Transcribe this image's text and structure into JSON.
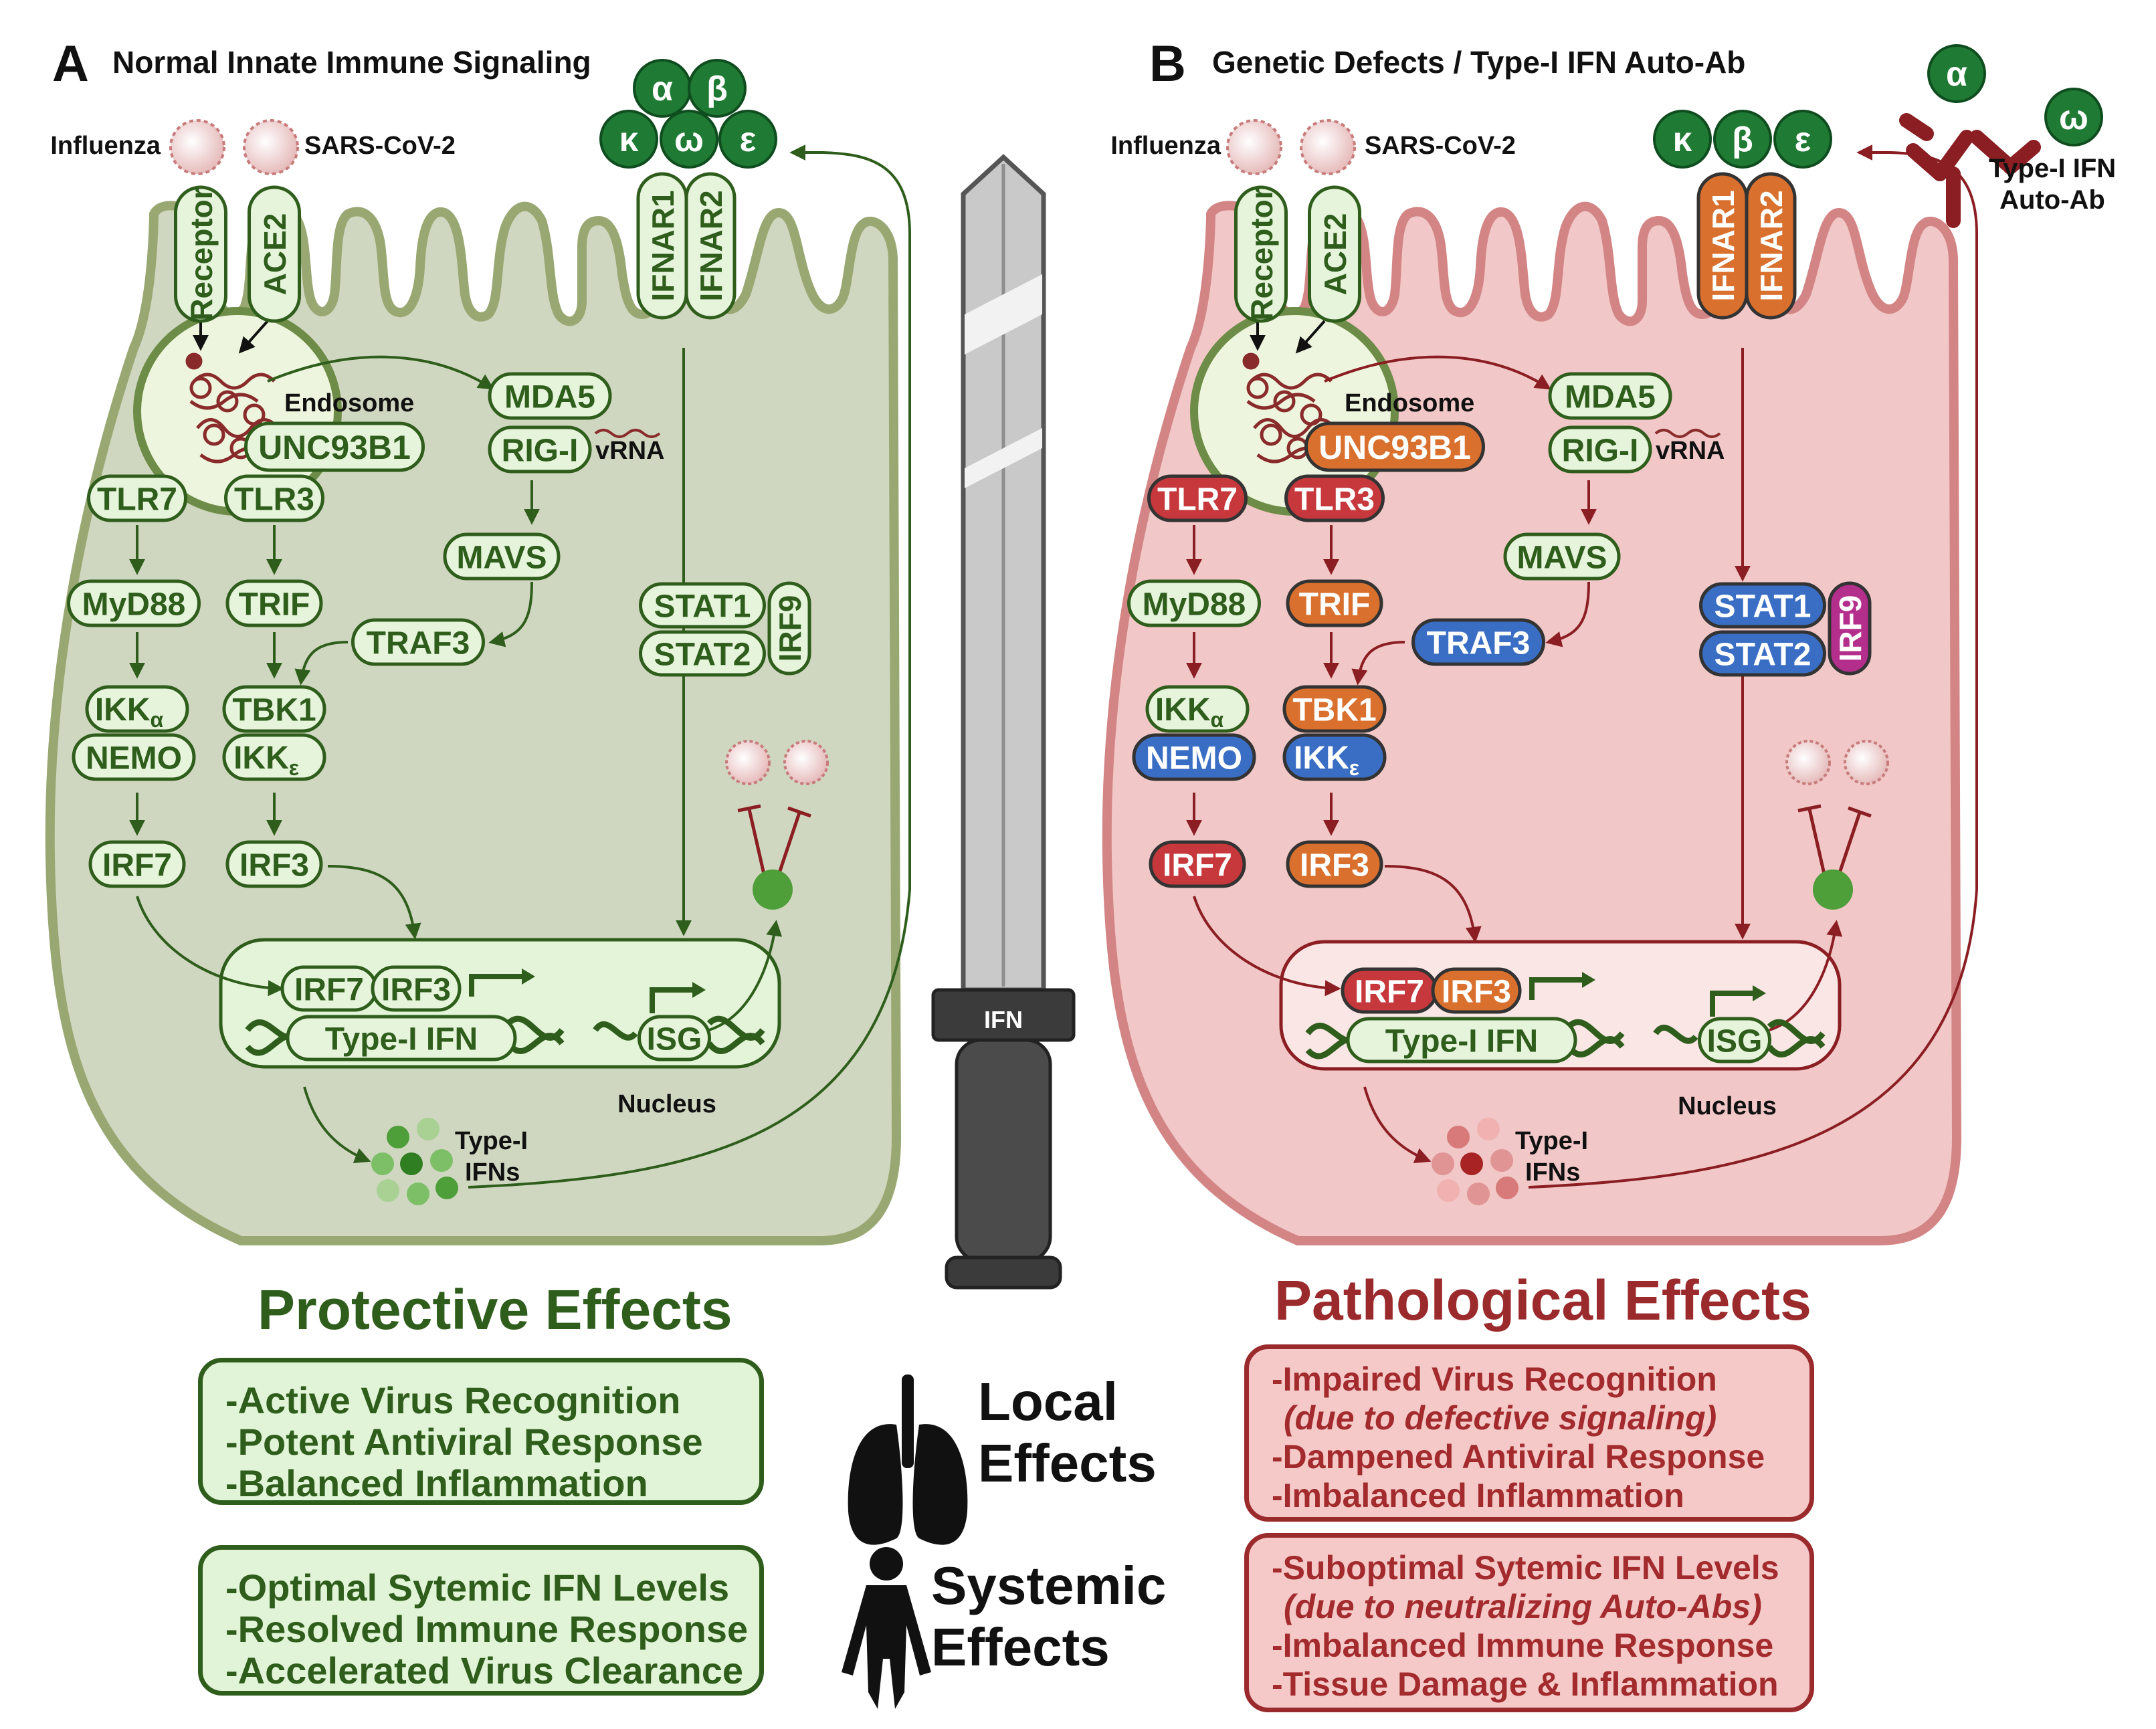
{
  "panel_a": {
    "letter": "A",
    "title": "Normal Innate Immune Signaling",
    "virus1": "Influenza",
    "virus2": "SARS-CoV-2",
    "receptor": "Receptor",
    "ace2": "ACE2",
    "ifnar1": "IFNAR1",
    "ifnar2": "IFNAR2",
    "endosome": "Endosome",
    "unc93b1": "UNC93B1",
    "mda5": "MDA5",
    "rigi": "RIG-I",
    "vrna": "vRNA",
    "tlr7": "TLR7",
    "tlr3": "TLR3",
    "mavs": "MAVS",
    "myd88": "MyD88",
    "trif": "TRIF",
    "traf3": "TRAF3",
    "stat1": "STAT1",
    "stat2": "STAT2",
    "irf9": "IRF9",
    "ikka_main": "IKK",
    "ikka_sub": "α",
    "nemo": "NEMO",
    "tbk1": "TBK1",
    "ikke_main": "IKK",
    "ikke_sub": "ε",
    "irf7": "IRF7",
    "irf3": "IRF3",
    "nuc_irf7": "IRF7",
    "nuc_irf3": "IRF3",
    "type1ifn": "Type-I IFN",
    "isg": "ISG",
    "nucleus": "Nucleus",
    "ifns_line1": "Type-I",
    "ifns_line2": "IFNs",
    "ligands": [
      "α",
      "β",
      "κ",
      "ω",
      "ε"
    ]
  },
  "panel_b": {
    "letter": "B",
    "title": "Genetic Defects / Type-I IFN Auto-Ab",
    "virus1": "Influenza",
    "virus2": "SARS-CoV-2",
    "receptor": "Receptor",
    "ace2": "ACE2",
    "ifnar1": "IFNAR1",
    "ifnar2": "IFNAR2",
    "endosome": "Endosome",
    "unc93b1": "UNC93B1",
    "mda5": "MDA5",
    "rigi": "RIG-I",
    "vrna": "vRNA",
    "tlr7": "TLR7",
    "tlr3": "TLR3",
    "mavs": "MAVS",
    "myd88": "MyD88",
    "trif": "TRIF",
    "traf3": "TRAF3",
    "stat1": "STAT1",
    "stat2": "STAT2",
    "irf9": "IRF9",
    "ikka_main": "IKK",
    "ikka_sub": "α",
    "nemo": "NEMO",
    "tbk1": "TBK1",
    "ikke_main": "IKK",
    "ikke_sub": "ε",
    "irf7": "IRF7",
    "irf3": "IRF3",
    "nuc_irf7": "IRF7",
    "nuc_irf3": "IRF3",
    "type1ifn": "Type-I IFN",
    "isg": "ISG",
    "nucleus": "Nucleus",
    "ifns_line1": "Type-I",
    "ifns_line2": "IFNs",
    "ligands": [
      "κ",
      "β",
      "ε"
    ],
    "auto_ab_alpha": "α",
    "auto_ab_omega": "ω",
    "auto_ab_line1": "Type-I IFN",
    "auto_ab_line2": "Auto-Ab"
  },
  "sword_label": "IFN",
  "protective": {
    "title": "Protective Effects",
    "local": [
      "-Active Virus Recognition",
      "-Potent Antiviral Response",
      "-Balanced Inflammation"
    ],
    "systemic": [
      "-Optimal Sytemic IFN Levels",
      "-Resolved Immune Response",
      "-Accelerated Virus Clearance"
    ]
  },
  "pathological": {
    "title": "Pathological Effects",
    "local": [
      {
        "text": "-Impaired Virus Recognition",
        "italic": false
      },
      {
        "text": "(due to defective signaling)",
        "italic": true
      },
      {
        "text": "-Dampened Antiviral Response",
        "italic": false
      },
      {
        "text": "-Imbalanced Inflammation",
        "italic": false
      }
    ],
    "systemic": [
      {
        "text": "-Suboptimal Sytemic IFN Levels",
        "italic": false
      },
      {
        "text": "(due to neutralizing Auto-Abs)",
        "italic": true
      },
      {
        "text": "-Imbalanced Immune Response",
        "italic": false
      },
      {
        "text": "-Tissue Damage & Inflammation",
        "italic": false
      }
    ]
  },
  "local_effects": {
    "line1": "Local",
    "line2": "Effects"
  },
  "systemic_effects": {
    "line1": "Systemic",
    "line2": "Effects"
  },
  "colors": {
    "green_dark": "#2f5e1c",
    "cell_a_fill": "#d0d7c1",
    "cell_a_stroke": "#99a872",
    "nucleus_a_fill": "#e3f4d8",
    "pill_fill": "#e6f4dc",
    "cell_b_fill": "#f1c7c7",
    "cell_b_stroke": "#d38585",
    "nucleus_b_fill": "#fbe6e6",
    "red_dark": "#8b1e22",
    "defect_red": "#c6383c",
    "defect_orange": "#d9702e",
    "defect_blue": "#3a6ec4",
    "defect_magenta": "#b42e8c"
  }
}
